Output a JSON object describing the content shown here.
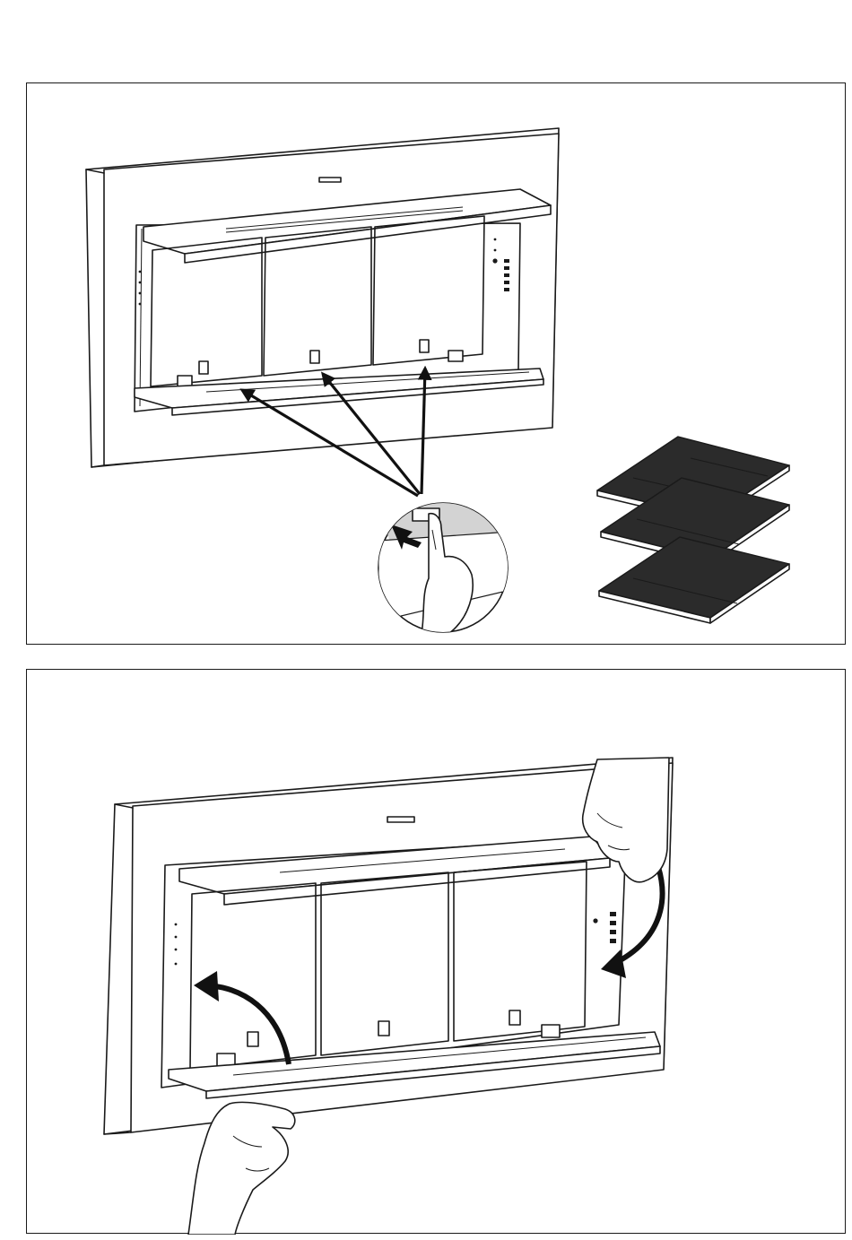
{
  "figure": {
    "step_1": {
      "hood_front": "hood-front-panel",
      "filter_release_clips": 3,
      "detail_inset": "finger-pressing-release-tab",
      "filters_shown": 3,
      "filter_colour": "#2b2b2b",
      "inset_colour": "#d3d3d3"
    },
    "step_2": {
      "hood_front": "hood-front-panel",
      "action": "two-hands-rotating-panel",
      "rotation_arrows": 2
    }
  }
}
